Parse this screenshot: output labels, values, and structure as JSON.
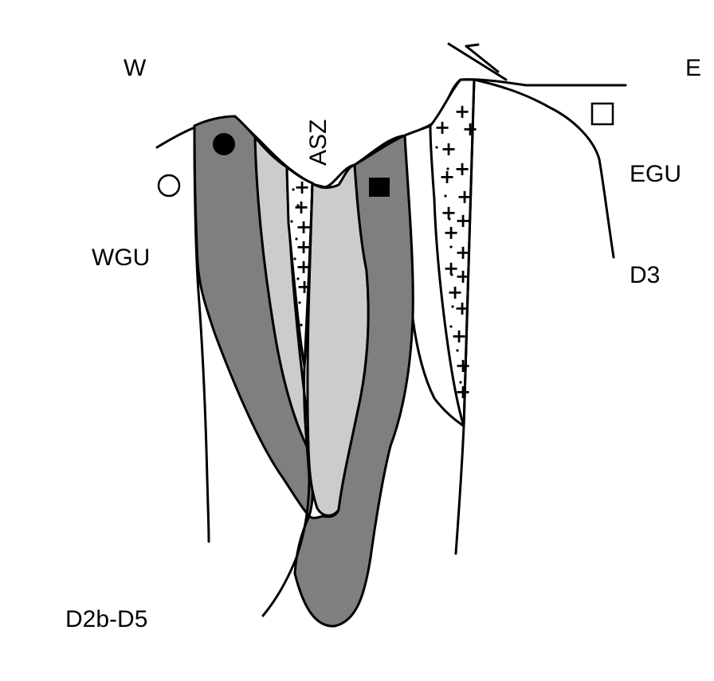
{
  "labels": {
    "west": "W",
    "east": "E",
    "wgu": "WGU",
    "egu": "EGU",
    "asz": "ASZ",
    "d3": "D3",
    "d2b_d5": "D2b-D5"
  },
  "symbols": {
    "open_circle": "open-circle-symbol",
    "filled_circle": "filled-circle-symbol",
    "filled_square": "filled-square-symbol",
    "open_square": "open-square-symbol"
  },
  "colors": {
    "dark_gray": "#7f7f7f",
    "light_gray": "#cccccc",
    "white": "#ffffff",
    "outline": "#000000"
  }
}
